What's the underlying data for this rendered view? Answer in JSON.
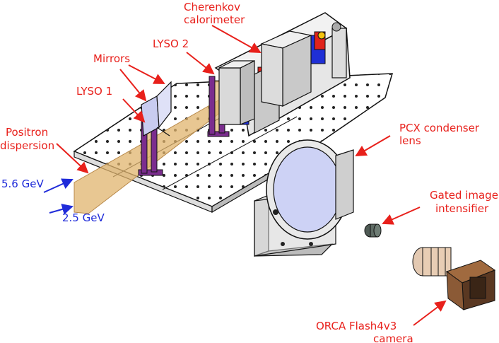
{
  "labels": {
    "cherenkov_l1": "Cherenkov",
    "cherenkov_l2": "calorimeter",
    "lyso2": "LYSO 2",
    "mirrors": "Mirrors",
    "lyso1": "LYSO 1",
    "positron_l1": "Positron",
    "positron_l2": "dispersion",
    "energy_high": "5.6 GeV",
    "energy_low": "2.5 GeV",
    "pcx_l1": "PCX condenser",
    "pcx_l2": "lens",
    "gated_l1": "Gated image",
    "gated_l2": "intensifier",
    "orca_l1": "ORCA Flash4v3",
    "orca_l2": "camera"
  },
  "colors": {
    "label_red": "#e8201b",
    "energy_blue": "#1f2bd9",
    "beam": "#e0b46e",
    "lyso": "#7b2d8e",
    "mirror": "#c9ccf0",
    "lens": "#cdd2f5",
    "cal_red": "#e0231b",
    "cal_blue": "#1f2fd6"
  }
}
